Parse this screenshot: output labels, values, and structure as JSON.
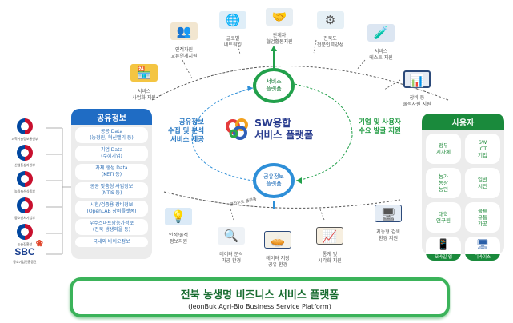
{
  "ministries": [
    {
      "label": "과학기술정보통신부",
      "icon": "korea-gov-emblem-icon"
    },
    {
      "label": "산업통상자원부",
      "icon": "korea-gov-emblem-icon"
    },
    {
      "label": "농림축산식품부",
      "icon": "korea-gov-emblem-icon"
    },
    {
      "label": "중소벤처기업부",
      "icon": "korea-gov-emblem-icon"
    },
    {
      "label": "농촌진흥청",
      "icon": "korea-gov-emblem-icon"
    },
    {
      "label": "중소기업진흥공단",
      "logo_text": "SBC",
      "icon": "sbc-logo-icon"
    }
  ],
  "shared_info": {
    "title": "공유정보",
    "items": [
      "공공 Data\n(농정원, 혁신밸리 등)",
      "기업 Data\n(수혜기업)",
      "자체 생성 Data\n(KETI 등)",
      "공공 맞춤형 사업정보\n(NTIS 등)",
      "시험/검증용 장비정보\n(OpenLAB 장비플랫폼)",
      "우수스마트팜농가정보\n(전북 생생마을 등)",
      "국내외 바이오정보"
    ]
  },
  "center": {
    "title": "SW융합\n서비스 플랫폼",
    "service_platform": "서비스\n플랫폼",
    "shared_platform": "공유정보\n플랫폼",
    "left_caption": "공유정보\n수집 및 분석\n서비스 제공",
    "right_caption": "기업 및 사용자\n수요 발굴 지원",
    "cloud_label": "클라우드 플랫폼"
  },
  "top_features": [
    {
      "label": "서비스\n사업화 지원",
      "icon": "store-icon"
    },
    {
      "label": "인적자원\n교류연계지원",
      "icon": "meeting-icon"
    },
    {
      "label": "글로벌\n네트워킹",
      "icon": "global-handshake-icon"
    },
    {
      "label": "관계자\n협업활동지원",
      "icon": "handshake-icon"
    },
    {
      "label": "전북도\n전문인력양성",
      "icon": "gear-people-icon"
    },
    {
      "label": "서비스\n테스트 지원",
      "icon": "lab-test-icon"
    },
    {
      "label": "장비 등\n물적자원 지원",
      "icon": "monitor-chart-icon"
    }
  ],
  "bottom_features": [
    {
      "label": "인적/물적\n정보지원",
      "icon": "lightbulb-tablet-icon"
    },
    {
      "label": "데이터 분석\n가공 환경",
      "icon": "data-analysis-icon"
    },
    {
      "label": "데이터 저장\n공유 환경",
      "icon": "data-storage-icon"
    },
    {
      "label": "통계 및\n시각화 지원",
      "icon": "statistics-board-icon"
    },
    {
      "label": "지능형 검색\n환경 지원",
      "icon": "smart-search-icon"
    }
  ],
  "users": {
    "title": "사용자",
    "cells": [
      "정부\n지자체",
      "SW\nICT\n기업",
      "농가\n농장\n농민",
      "일반\n시민",
      "대학\n연구원",
      "물류\n유통\n가공"
    ],
    "devices": [
      {
        "label": "모바일 앱",
        "icon": "mobile-app-icon"
      },
      {
        "label": "디바이스",
        "icon": "monitor-device-icon"
      }
    ]
  },
  "banner": {
    "title": "전북 농생명 비즈니스 서비스 플랫폼",
    "subtitle": "(JeonBuk Agri-Bio Business Service Platform)"
  },
  "colors": {
    "blue": "#1f6cc4",
    "green": "#1a8a3c",
    "banner_border": "#3bb35a",
    "center_title": "#2a3d8f"
  }
}
